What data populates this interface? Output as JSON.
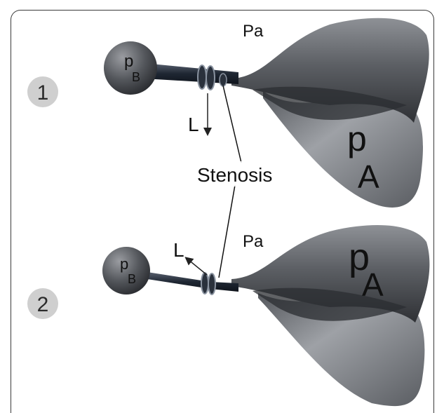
{
  "panel_1": {
    "number": "1",
    "top_label": "Pa",
    "bulb_label_main": "p",
    "bulb_label_sub": "B",
    "lung_label_main": "p",
    "lung_label_sub": "A",
    "arrow_label": "L"
  },
  "panel_2": {
    "number": "2",
    "top_label": "Pa",
    "bulb_label_main": "p",
    "bulb_label_sub": "B",
    "lung_label_main": "p",
    "lung_label_sub": "A",
    "arrow_label": "L"
  },
  "stenosis_label": "Stenosis",
  "colors": {
    "body": "#4a4d52",
    "body_light": "#8a8d92",
    "body_dark": "#26282c",
    "tube": "#1f2733",
    "badge": "#cfcfcf"
  }
}
